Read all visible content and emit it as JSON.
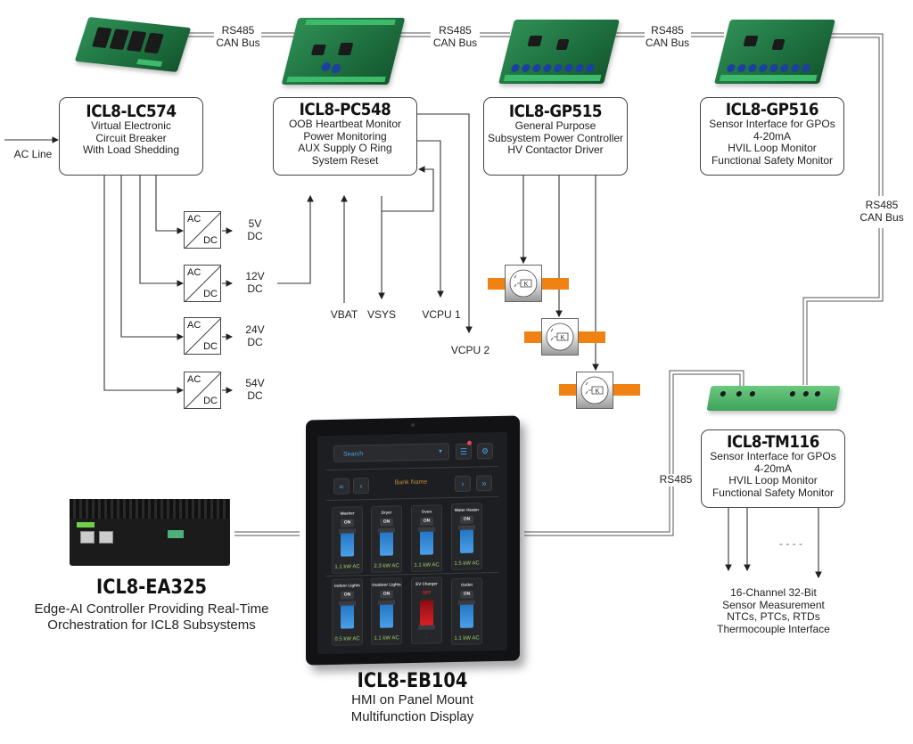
{
  "bus_labels": {
    "link1": [
      "RS485",
      "CAN Bus"
    ],
    "link2": [
      "RS485",
      "CAN Bus"
    ],
    "link3": [
      "RS485",
      "CAN Bus"
    ],
    "vertical": [
      "RS485",
      "CAN Bus"
    ],
    "hmi_link": "RS485"
  },
  "modules": {
    "lc574": {
      "title": "ICL8-LC574",
      "lines": [
        "Virtual Electronic",
        "Circuit Breaker",
        "With Load Shedding"
      ]
    },
    "pc548": {
      "title": "ICL8-PC548",
      "lines": [
        "OOB Heartbeat Monitor",
        "Power Monitoring",
        "AUX Supply O Ring",
        "System Reset"
      ]
    },
    "gp515": {
      "title": "ICL8-GP515",
      "lines": [
        "General Purpose",
        "Subsystem Power Controller",
        "HV Contactor Driver"
      ]
    },
    "gp516": {
      "title": "ICL8-GP516",
      "lines": [
        "Sensor Interface for GPOs",
        "4-20mA",
        "HVIL Loop Monitor",
        "Functional Safety Monitor"
      ]
    },
    "tm116": {
      "title": "ICL8-TM116",
      "lines": [
        "Sensor Interface for GPOs",
        "4-20mA",
        "HVIL Loop Monitor",
        "Functional Safety Monitor"
      ]
    }
  },
  "ac_line": "AC Line",
  "converters": [
    {
      "in": "AC",
      "out": "DC",
      "voltage": [
        "5V",
        "DC"
      ]
    },
    {
      "in": "AC",
      "out": "DC",
      "voltage": [
        "12V",
        "DC"
      ]
    },
    {
      "in": "AC",
      "out": "DC",
      "voltage": [
        "24V",
        "DC"
      ]
    },
    {
      "in": "AC",
      "out": "DC",
      "voltage": [
        "54V",
        "DC"
      ]
    }
  ],
  "rails": {
    "vbat": "VBAT",
    "vsys": "VSYS",
    "vcpu1": "VCPU 1",
    "vcpu2": "VCPU 2"
  },
  "relay_symbol": "K",
  "tm116_outputs": {
    "dashes": "- - - -",
    "lines": [
      "16-Channel 32-Bit",
      "Sensor Measurement",
      "NTCs, PTCs, RTDs",
      "Thermocouple Interface"
    ]
  },
  "ea325": {
    "title": "ICL8-EA325",
    "lines": [
      "Edge-AI Controller Providing Real-Time",
      "Orchestration for ICL8 Subsystems"
    ]
  },
  "eb104": {
    "title": "ICL8-EB104",
    "lines": [
      "HMI on Panel Mount",
      "Multifunction Display"
    ]
  },
  "hmi": {
    "search_placeholder": "Search",
    "bank_name": "Bank Name",
    "nav": {
      "first": "«",
      "prev": "‹",
      "next": "›",
      "last": "»"
    },
    "menu_icon": "☰",
    "settings_icon": "⚙",
    "tiles": [
      {
        "name": "Washer",
        "state": "ON",
        "power": "1.1 kW AC"
      },
      {
        "name": "Dryer",
        "state": "ON",
        "power": "2.3 kW AC"
      },
      {
        "name": "Oven",
        "state": "ON",
        "power": "1.1 kW AC"
      },
      {
        "name": "Water Heater",
        "state": "ON",
        "power": "1.5 kW AC"
      },
      {
        "name": "Indoor Lights",
        "state": "ON",
        "power": "0.5 kW AC"
      },
      {
        "name": "Outdoor Lights",
        "state": "ON",
        "power": "1.1 kW AC"
      },
      {
        "name": "EV Charger",
        "state": "OFF",
        "power": "-"
      },
      {
        "name": "Outlet",
        "state": "ON",
        "power": "1.1 kW AC"
      }
    ]
  },
  "colors": {
    "relay_bar": "#f08214",
    "pcb_green": "#1d6e3e",
    "switch_on": "#3d8fd8",
    "switch_off": "#d9222a",
    "hmi_kw": "#9fd36a",
    "bank_name": "#c08a3a"
  }
}
